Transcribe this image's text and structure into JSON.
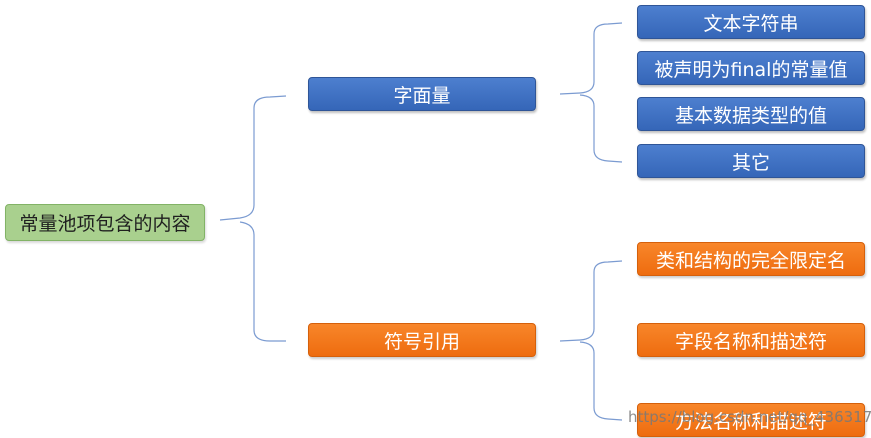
{
  "root": {
    "label": "常量池项包含的内容"
  },
  "branches": [
    {
      "label": "字面量",
      "color": "#3566b8",
      "children": [
        "文本字符串",
        "被声明为final的常量值",
        "基本数据类型的值",
        "其它"
      ]
    },
    {
      "label": "符号引用",
      "color": "#ee6c0f",
      "children": [
        "类和结构的完全限定名",
        "字段名称和描述符",
        "方法名称和描述符"
      ]
    }
  ],
  "watermark": "https://blog.csdn.net/qq_43631707",
  "colors": {
    "connector": "#7b9bd1",
    "root_fill": "#a9d08e"
  }
}
